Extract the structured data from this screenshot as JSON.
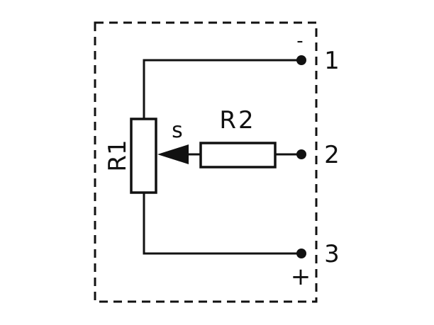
{
  "components": {
    "r1": {
      "label": "R1"
    },
    "r2": {
      "label": "R2"
    },
    "wiper": {
      "label": "s"
    }
  },
  "terminals": [
    {
      "number": "1",
      "polarity": "-"
    },
    {
      "number": "2",
      "polarity": ""
    },
    {
      "number": "3",
      "polarity": "+"
    }
  ],
  "colors": {
    "line": "#111111",
    "background": "#ffffff"
  }
}
